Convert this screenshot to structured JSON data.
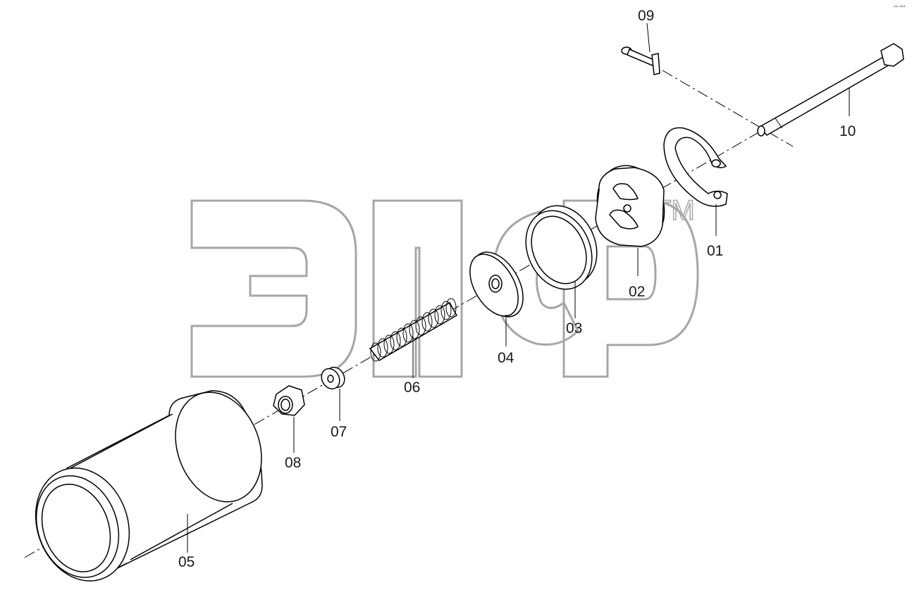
{
  "watermark": {
    "text": "ЭПСР",
    "trademark": "TM",
    "color": "#a6a6a6"
  },
  "corner_mark": "⁎⁎ ⁎⁎⁎",
  "parts": [
    {
      "id": "01",
      "label": "01"
    },
    {
      "id": "02",
      "label": "02"
    },
    {
      "id": "03",
      "label": "03"
    },
    {
      "id": "04",
      "label": "04"
    },
    {
      "id": "05",
      "label": "05"
    },
    {
      "id": "06",
      "label": "06"
    },
    {
      "id": "07",
      "label": "07"
    },
    {
      "id": "08",
      "label": "08"
    },
    {
      "id": "09",
      "label": "09"
    },
    {
      "id": "10",
      "label": "10"
    }
  ]
}
